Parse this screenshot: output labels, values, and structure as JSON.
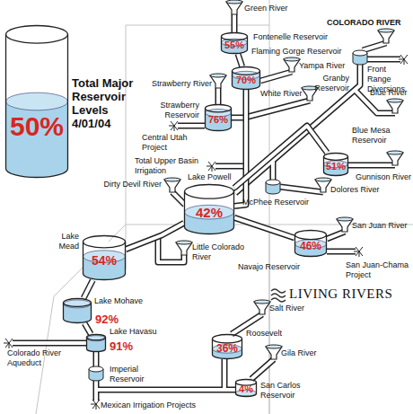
{
  "diagram": {
    "nodes": [
      {
        "text": [
          "50%",
          "Total Major Reservoir Levels 4/01/04"
        ]
      },
      {
        "text": [
          "Fontenelle Reservoir",
          "55%"
        ]
      },
      {
        "text": [
          "Flaming Gorge Reservoir",
          "70%"
        ]
      },
      {
        "text": [
          "Strawberry Reservoir",
          "76%"
        ]
      },
      {
        "text": [
          "Blue Mesa Reservoir",
          "51%"
        ]
      },
      {
        "text": [
          "Lake Powell",
          "42%"
        ]
      },
      {
        "text": [
          "Navajo Reservoir",
          "46%"
        ]
      },
      {
        "text": [
          "Lake Mead",
          "54%"
        ]
      },
      {
        "text": [
          "Lake Mohave",
          "92%"
        ]
      },
      {
        "text": [
          "Lake Havasu",
          "91%"
        ]
      },
      {
        "text": [
          "Roosevelt",
          "36%"
        ]
      },
      {
        "text": [
          "San Carlos Reservoir",
          "4%"
        ]
      }
    ],
    "edges": [
      {
        "from": 1,
        "to": 2,
        "arrow": "none"
      },
      {
        "from": 2,
        "to": 5,
        "arrow": "none"
      },
      {
        "from": 4,
        "to": 5,
        "arrow": "none"
      },
      {
        "from": 6,
        "to": 5,
        "arrow": "none"
      },
      {
        "from": 5,
        "to": 7,
        "arrow": "none"
      },
      {
        "from": 7,
        "to": 8,
        "arrow": "none"
      },
      {
        "from": 8,
        "to": 9,
        "arrow": "none"
      }
    ],
    "labels": [
      "Green River",
      "COLORADO RIVER",
      "Yampa River",
      "Granby Reservoir",
      "Front Range Diversions",
      "Strawberry River",
      "White River",
      "Blue River",
      "Central Utah Project",
      "Total Upper Basin Irrigation",
      "Gunnison River",
      "Dirty Devil River",
      "McPhee Reservoir",
      "Dolores River",
      "San Juan River",
      "Little Colorado River",
      "San Juan-Chama Project",
      "LIVING RIVERS",
      "Colorado River Aqueduct",
      "Salt River",
      "Imperial Reservoir",
      "Gila River",
      "Mexican Irrigation Projects"
    ]
  }
}
